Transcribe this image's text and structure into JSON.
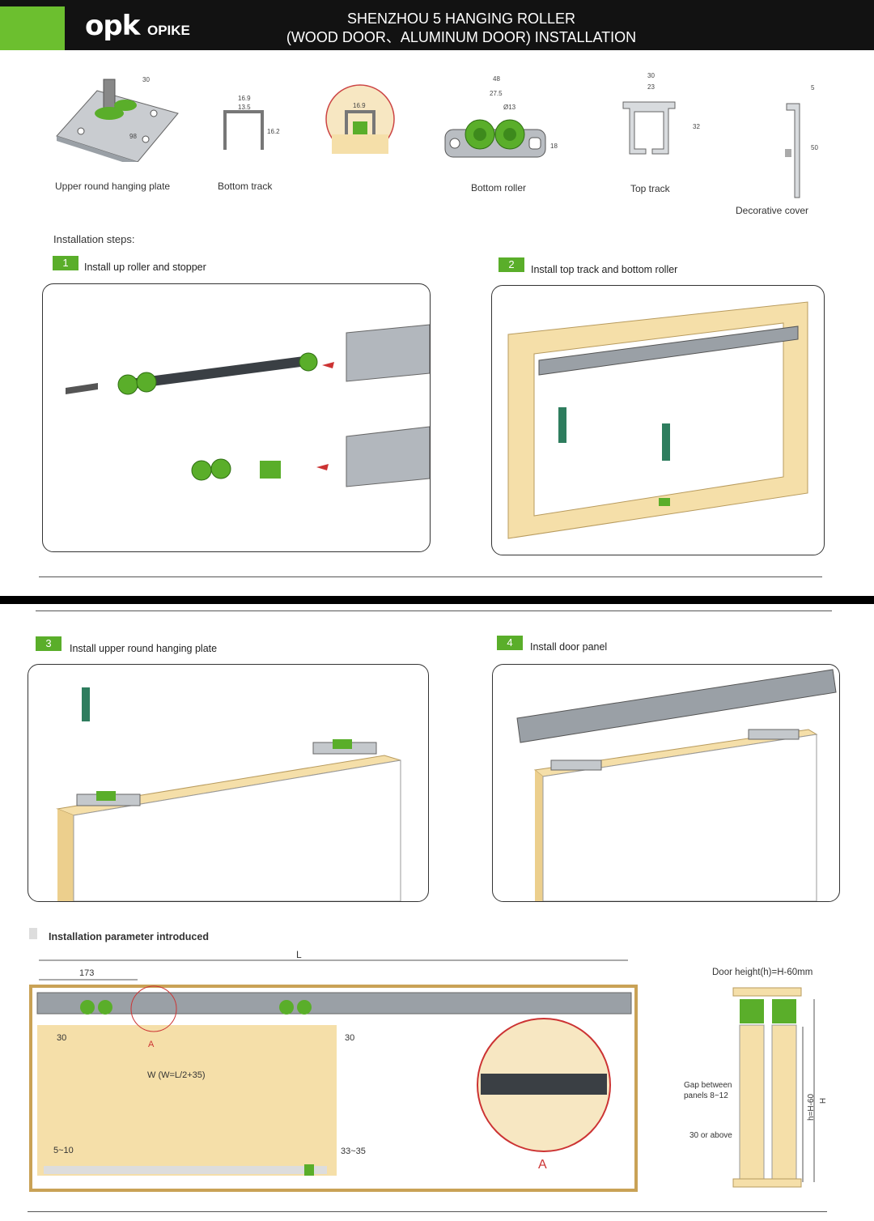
{
  "header": {
    "logo": "opk",
    "brand": "OPIKE",
    "title_line1": "SHENZHOU 5 HANGING ROLLER",
    "title_line2": "(WOOD DOOR、ALUMINUM DOOR) INSTALLATION"
  },
  "parts": {
    "plate": "Upper round hanging plate",
    "bottom_track": "Bottom track",
    "bottom_roller": "Bottom roller",
    "top_track": "Top track",
    "cover": "Decorative cover"
  },
  "dims": {
    "plate_30": "30",
    "plate_98": "98",
    "bt_169": "16.9",
    "bt_135": "13.5",
    "bt_162": "16.2",
    "detail_169": "16.9",
    "br_48": "48",
    "br_275": "27.5",
    "br_13": "Ø13",
    "br_18": "18",
    "tt_30": "30",
    "tt_23": "23",
    "tt_32": "32",
    "dc_5": "5",
    "dc_50": "50"
  },
  "steps_title": "Installation steps:",
  "steps": [
    {
      "num": "1",
      "text": "Install up roller and stopper"
    },
    {
      "num": "2",
      "text": "Install top track and bottom roller"
    },
    {
      "num": "3",
      "text": "Install upper round hanging plate"
    },
    {
      "num": "4",
      "text": "Install door panel"
    }
  ],
  "params": {
    "title": "Installation parameter introduced",
    "L": "L",
    "d173": "173",
    "d30a": "30",
    "d30b": "30",
    "A1": "A",
    "W": "W   (W=L/2+35)",
    "d5_10": "5~10",
    "d33_35": "33~35",
    "A2": "A",
    "door_height": "Door height(h)=H-60mm",
    "gap": "Gap between",
    "gap2": "panels  8~12",
    "above": "30 or above",
    "h": "h=H-60",
    "H": "H"
  },
  "colors": {
    "green": "#5aae2a",
    "wood": "#f5dfa9",
    "track": "#9aa0a6"
  }
}
